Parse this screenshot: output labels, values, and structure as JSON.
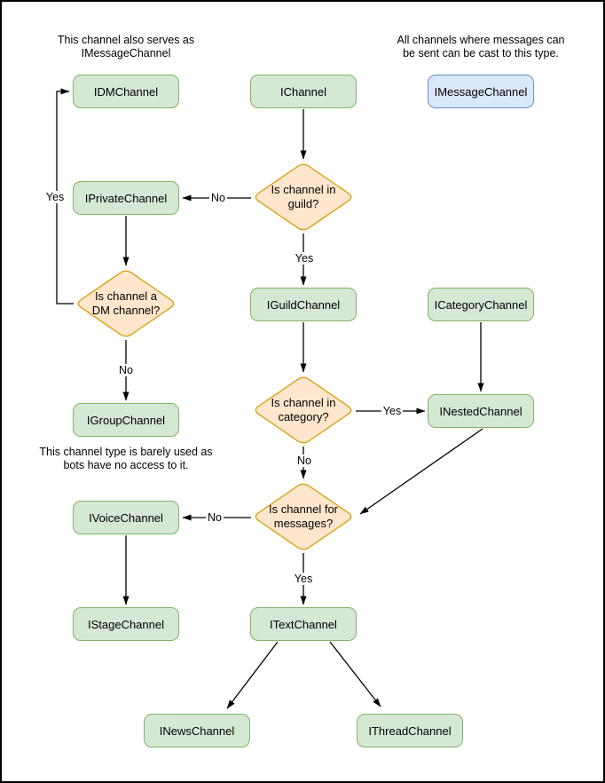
{
  "diagram": {
    "nodes": {
      "idmchannel": "IDMChannel",
      "ichannel": "IChannel",
      "imessagechannel": "IMessageChannel",
      "iprivatechannel": "IPrivateChannel",
      "iguildchannel": "IGuildChannel",
      "icategorychannel": "ICategoryChannel",
      "igroupchannel": "IGroupChannel",
      "inestedchannel": "INestedChannel",
      "ivoicechannel": "IVoiceChannel",
      "istagechannel": "IStageChannel",
      "itextchannel": "ITextChannel",
      "inewschannel": "INewsChannel",
      "ithreadchannel": "IThreadChannel"
    },
    "decisions": {
      "in_guild": "Is channel in\nguild?",
      "is_dm": "Is channel a\nDM channel?",
      "in_category": "Is channel in\ncategory?",
      "for_messages": "Is channel for\nmessages?"
    },
    "edge_labels": {
      "guild_no": "No",
      "guild_yes": "Yes",
      "dm_yes": "Yes",
      "dm_no": "No",
      "category_yes": "Yes",
      "category_no": "No",
      "messages_no": "No",
      "messages_yes": "Yes"
    },
    "annotations": {
      "dm_note": "This channel also serves as\nIMessageChannel",
      "message_note": "All channels where messages can\nbe sent can be cast to this type.",
      "group_note": "This channel type is barely used as\nbots have no access to it."
    },
    "colors": {
      "node_fill": "#d5e8d4",
      "node_stroke": "#82b366",
      "decision_fill": "#ffe6cc",
      "decision_stroke": "#d79b00",
      "message_fill": "#dae8fc",
      "message_stroke": "#6c8ebf",
      "edge_color": "#000000"
    }
  }
}
